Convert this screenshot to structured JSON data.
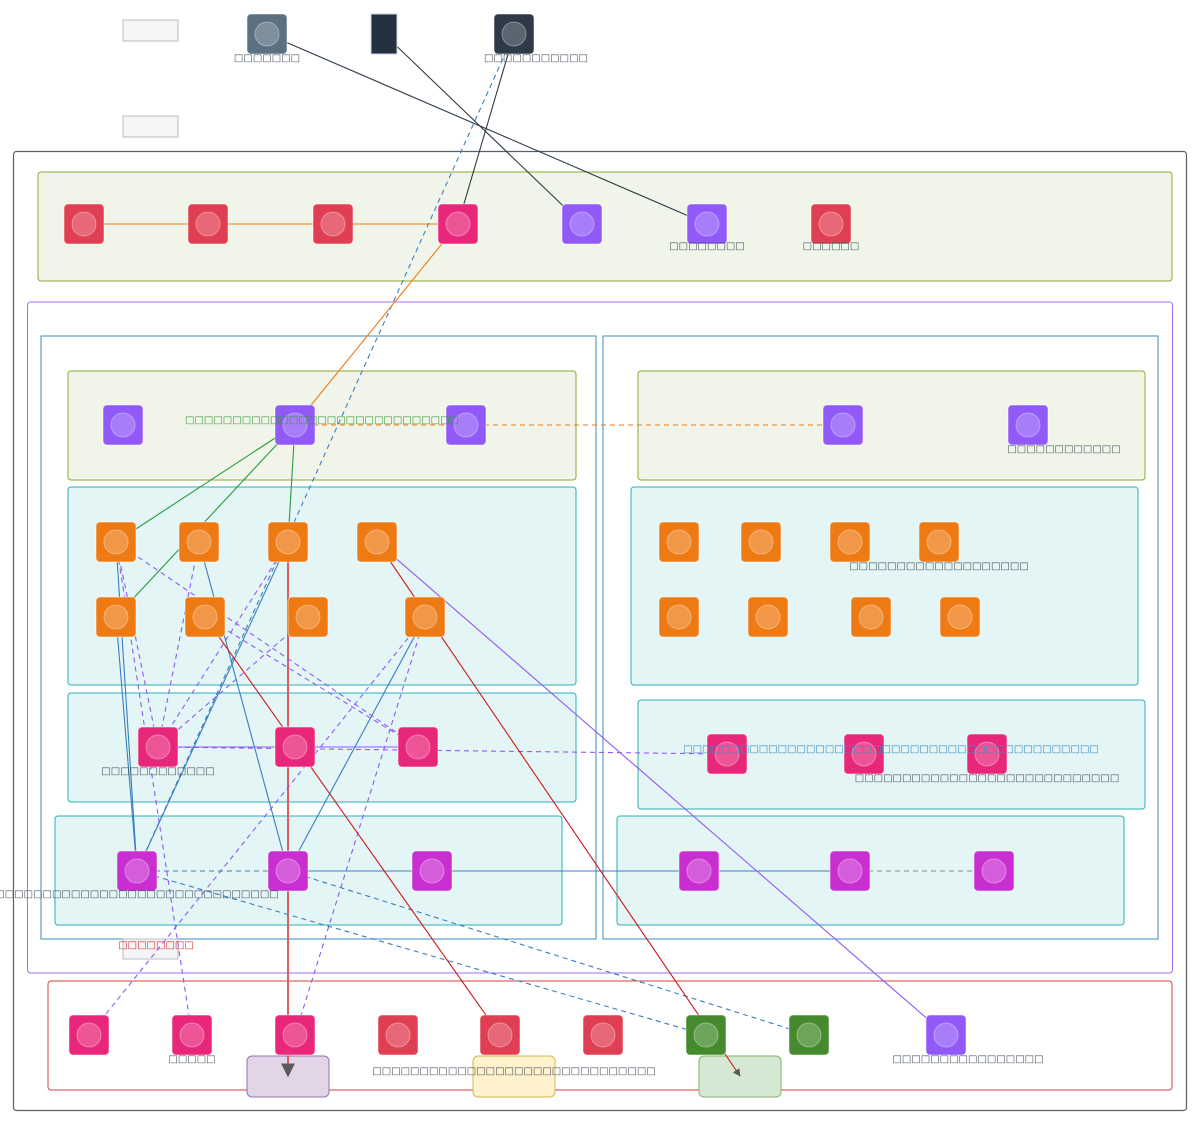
{
  "title": "Architecture diagram (labels rendered as missing-glyph boxes)",
  "legend_boxes": [
    {
      "id": "legend-1",
      "label": ""
    },
    {
      "id": "legend-2",
      "label": ""
    }
  ],
  "external_nodes": [
    {
      "id": "ext-a",
      "color": "#5b7080",
      "label": "□□□□□□□"
    },
    {
      "id": "ext-b",
      "color": "#253040",
      "label": ""
    },
    {
      "id": "ext-c",
      "color": "#2e3a48",
      "label": "□□□□□□□□□□□"
    }
  ],
  "groups": {
    "outer": {
      "border": "#5a6068"
    },
    "top_band": {
      "fill": "#f1f5e9",
      "border": "#8aaa30"
    },
    "mid_region": {
      "border": "#a070f0"
    },
    "left_column": {
      "border": "#3a8ec0"
    },
    "right_column": {
      "border": "#3a8ec0"
    },
    "bottom_band": {
      "border": "#d04040"
    }
  },
  "top_band_nodes": [
    {
      "id": "t1",
      "color": "#e03e52",
      "label": ""
    },
    {
      "id": "t2",
      "color": "#e03e52",
      "label": ""
    },
    {
      "id": "t3",
      "color": "#e03e52",
      "label": ""
    },
    {
      "id": "t4",
      "color": "#e8267a",
      "label": ""
    },
    {
      "id": "t5",
      "color": "#9059f8",
      "label": ""
    },
    {
      "id": "t6",
      "color": "#9059f8",
      "label": "□□□□□□□□"
    },
    {
      "id": "t7",
      "color": "#e03e52",
      "label": "□□□□□□"
    }
  ],
  "left_subgroups": {
    "purple_row": {
      "title": "□□□□□□□□□□□□□□□□□□□□□□□□□□□□□",
      "nodes": [
        {
          "id": "lp1",
          "color": "#9059f8"
        },
        {
          "id": "lp2",
          "color": "#9059f8"
        },
        {
          "id": "lp3",
          "color": "#9059f8"
        }
      ]
    },
    "orange_grid": {
      "nodes": [
        {
          "id": "lo1",
          "color": "#ee7a14"
        },
        {
          "id": "lo2",
          "color": "#ee7a14"
        },
        {
          "id": "lo3",
          "color": "#ee7a14"
        },
        {
          "id": "lo4",
          "color": "#ee7a14"
        },
        {
          "id": "lo5",
          "color": "#ee7a14"
        },
        {
          "id": "lo6",
          "color": "#ee7a14"
        },
        {
          "id": "lo7",
          "color": "#ee7a14"
        },
        {
          "id": "lo8",
          "color": "#ee7a14"
        }
      ]
    },
    "pink_row": {
      "label": "□□□□□□□□□□□□",
      "nodes": [
        {
          "id": "lk1",
          "color": "#e8267a"
        },
        {
          "id": "lk2",
          "color": "#e8267a"
        },
        {
          "id": "lk3",
          "color": "#e8267a"
        }
      ]
    },
    "magenta_row": {
      "label": "□□□□□□□□□□□□□□□□□□□□□□□□□□□□□□",
      "nodes": [
        {
          "id": "lm1",
          "color": "#c92fd0"
        },
        {
          "id": "lm2",
          "color": "#c92fd0"
        },
        {
          "id": "lm3",
          "color": "#c92fd0"
        }
      ]
    }
  },
  "right_subgroups": {
    "purple_row": {
      "label": "□□□□□□□□□□□□",
      "nodes": [
        {
          "id": "rp1",
          "color": "#9059f8"
        },
        {
          "id": "rp2",
          "color": "#9059f8"
        }
      ]
    },
    "orange_grid": {
      "label": "□□□□□□□□□□□□□□□□□□□",
      "nodes": [
        {
          "id": "ro1",
          "color": "#ee7a14"
        },
        {
          "id": "ro2",
          "color": "#ee7a14"
        },
        {
          "id": "ro3",
          "color": "#ee7a14"
        },
        {
          "id": "ro4",
          "color": "#ee7a14"
        },
        {
          "id": "ro5",
          "color": "#ee7a14"
        },
        {
          "id": "ro6",
          "color": "#ee7a14"
        },
        {
          "id": "ro7",
          "color": "#ee7a14"
        },
        {
          "id": "ro8",
          "color": "#ee7a14"
        }
      ]
    },
    "pink_row": {
      "title": "□□□□□□□□□□□□□□□□□□□□□□□□□□□□□□□□□□□□□□□□□□□□",
      "label": "□□□□□□□□□□□□□□□□□□□□□□□□□□□□",
      "nodes": [
        {
          "id": "rk1",
          "color": "#e8267a"
        },
        {
          "id": "rk2",
          "color": "#e8267a"
        },
        {
          "id": "rk3",
          "color": "#e8267a"
        }
      ]
    },
    "magenta_row": {
      "nodes": [
        {
          "id": "rm1",
          "color": "#c92fd0"
        },
        {
          "id": "rm2",
          "color": "#c92fd0"
        },
        {
          "id": "rm3",
          "color": "#c92fd0"
        }
      ]
    }
  },
  "floating_label": "□□□□□□□□",
  "bottom_band_nodes": [
    {
      "id": "b1",
      "color": "#e8267a",
      "label": ""
    },
    {
      "id": "b2",
      "color": "#e8267a",
      "label": "□□□□□"
    },
    {
      "id": "b3",
      "color": "#e8267a",
      "label": ""
    },
    {
      "id": "b4",
      "color": "#e03e52",
      "label": ""
    },
    {
      "id": "b5",
      "color": "#e03e52",
      "label": ""
    },
    {
      "id": "b6",
      "color": "#e03e52",
      "label": ""
    },
    {
      "id": "b7",
      "color": "#458b2e",
      "label": ""
    },
    {
      "id": "b8",
      "color": "#458b2e",
      "label": ""
    },
    {
      "id": "b9",
      "color": "#9059f8",
      "label": "□□□□□□□□□□□□□□□□"
    }
  ],
  "bottom_boxes": [
    {
      "id": "box-purple",
      "fill": "#e1d5e7",
      "border": "#9673a6"
    },
    {
      "id": "box-yellow",
      "fill": "#fff2cc",
      "border": "#d6b656",
      "label": "□□□□□□□□□□□□□□□□□□□□□□□□□□□□□□"
    },
    {
      "id": "box-green",
      "fill": "#d5e8d4",
      "border": "#82b366"
    }
  ],
  "edge_colors": {
    "dark": "#2e3a48",
    "orange": "#ee7a14",
    "green": "#2a9a40",
    "blue": "#3a7ec0",
    "purple": "#9059f8",
    "red": "#cc1818",
    "salmon": "#d86060",
    "gray": "#888888"
  }
}
